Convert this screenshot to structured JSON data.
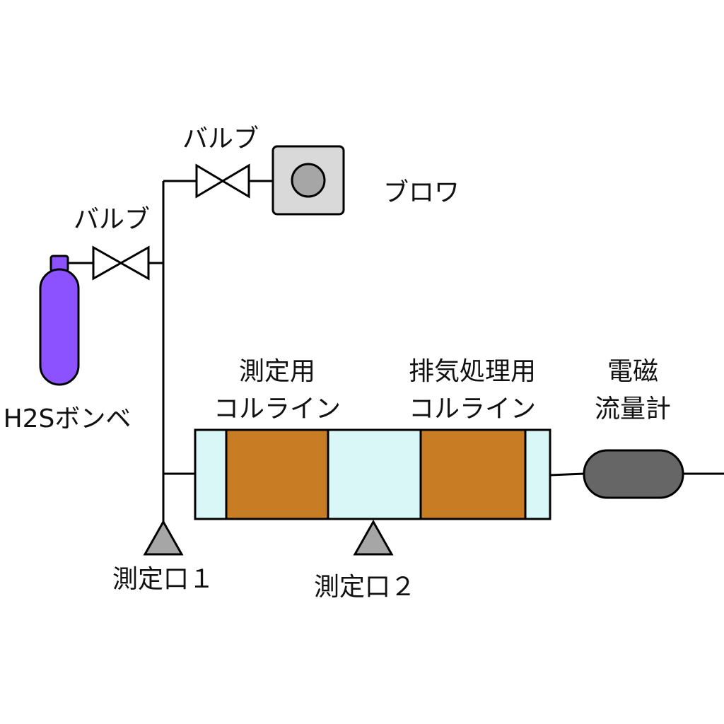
{
  "labels": {
    "valve_top": "バルブ",
    "valve_left": "バルブ",
    "blower": "ブロワ",
    "cylinder": "H2Sボンベ",
    "measure_column": [
      "測定用",
      "コルライン"
    ],
    "exhaust_column": [
      "排気処理用",
      "コルライン"
    ],
    "flowmeter": [
      "電磁",
      "流量計"
    ],
    "port1": "測定口１",
    "port2": "測定口２"
  },
  "colors": {
    "cylinder": "#8c52ff",
    "blower_box": "#d9d9d9",
    "blower_fan": "#a6a6a6",
    "tube": "#d9f7f7",
    "packing": "#c87d25",
    "flowmeter": "#666666",
    "port": "#a6a6a6",
    "line": "#000000"
  }
}
